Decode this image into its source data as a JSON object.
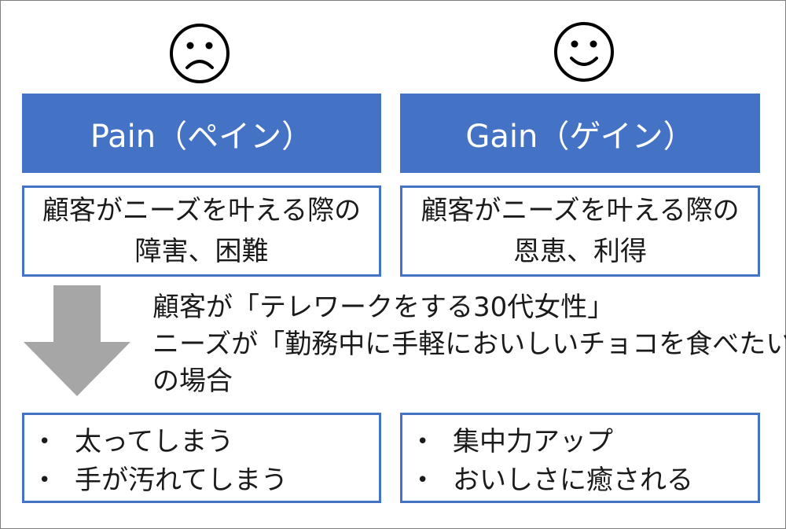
{
  "pain": {
    "face_icon": "sad-face",
    "title": "Pain（ペイン）",
    "desc_line1": "顧客がニーズを叶える際の",
    "desc_line2": "障害、困難",
    "examples": [
      "太ってしまう",
      "手が汚れてしまう"
    ]
  },
  "gain": {
    "face_icon": "smiley-face",
    "title": "Gain（ゲイン）",
    "desc_line1": "顧客がニーズを叶える際の",
    "desc_line2": "恩恵、利得",
    "examples": [
      "集中力アップ",
      "おいしさに癒される"
    ]
  },
  "scenario": {
    "line1": "顧客が「テレワークをする30代女性」",
    "line2": "ニーズが「勤務中に手軽においしいチョコを食べたい」",
    "line3": "の場合"
  },
  "bullet_char": "•",
  "colors": {
    "header_fill": "#4472c4",
    "box_border": "#4472c4",
    "arrow_fill": "#a6a6a6",
    "face_stroke": "#000000"
  }
}
